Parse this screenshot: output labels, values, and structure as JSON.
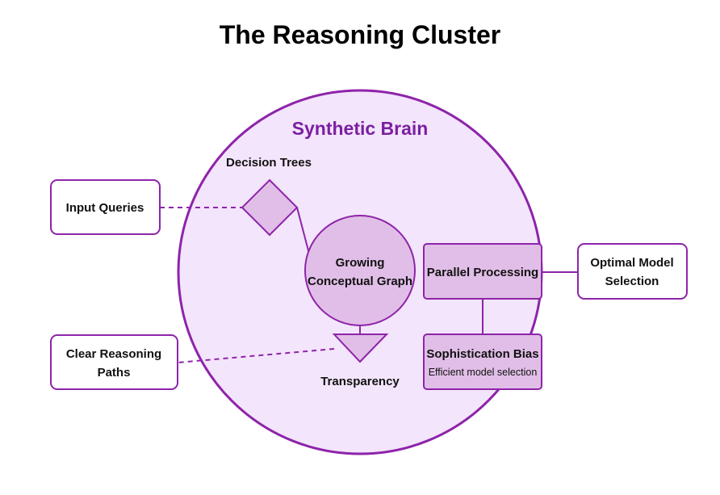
{
  "title": "The Reasoning Cluster",
  "brain": {
    "label": "Synthetic Brain"
  },
  "nodes": {
    "decision_trees": "Decision Trees",
    "graph_line1": "Growing",
    "graph_line2": "Conceptual Graph",
    "parallel": "Parallel Processing",
    "sophistication_title": "Sophistication Bias",
    "sophistication_sub": "Efficient model selection",
    "transparency": "Transparency"
  },
  "external": {
    "input": "Input Queries",
    "optimal_line1": "Optimal Model",
    "optimal_line2": "Selection",
    "clear_line1": "Clear Reasoning",
    "clear_line2": "Paths"
  },
  "colors": {
    "purple": "#8e24aa",
    "brain_fill": "#f3e5fb",
    "node_fill": "#e1bee7",
    "label_purple": "#7b1fa2"
  }
}
